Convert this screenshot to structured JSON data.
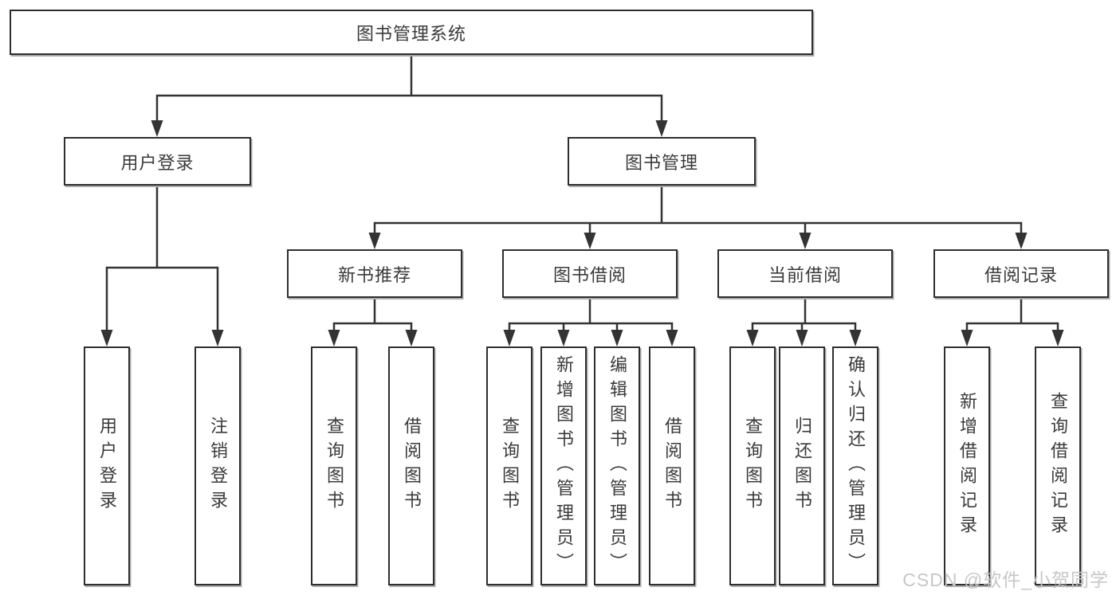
{
  "colors": {
    "background": "#ffffff",
    "line": "#333333",
    "box_border": "#2e2e2e",
    "text": "#3a3a3a",
    "watermark": "#c7c7c7"
  },
  "tree": {
    "root": {
      "label": "图书管理系统"
    },
    "children": [
      {
        "label": "用户登录",
        "children": [
          {
            "label": "用户登录"
          },
          {
            "label": "注销登录"
          }
        ]
      },
      {
        "label": "图书管理",
        "children": [
          {
            "label": "新书推荐",
            "children": [
              {
                "label": "查询图书"
              },
              {
                "label": "借阅图书"
              }
            ]
          },
          {
            "label": "图书借阅",
            "children": [
              {
                "label": "查询图书"
              },
              {
                "label": "新增图书（管理员）"
              },
              {
                "label": "编辑图书（管理员）"
              },
              {
                "label": "借阅图书"
              }
            ]
          },
          {
            "label": "当前借阅",
            "children": [
              {
                "label": "查询图书"
              },
              {
                "label": "归还图书"
              },
              {
                "label": "确认归还（管理员）"
              }
            ]
          },
          {
            "label": "借阅记录",
            "children": [
              {
                "label": "新增借阅记录"
              },
              {
                "label": "查询借阅记录"
              }
            ]
          }
        ]
      }
    ]
  },
  "watermark": {
    "text": "CSDN @软件_小贺同学"
  }
}
